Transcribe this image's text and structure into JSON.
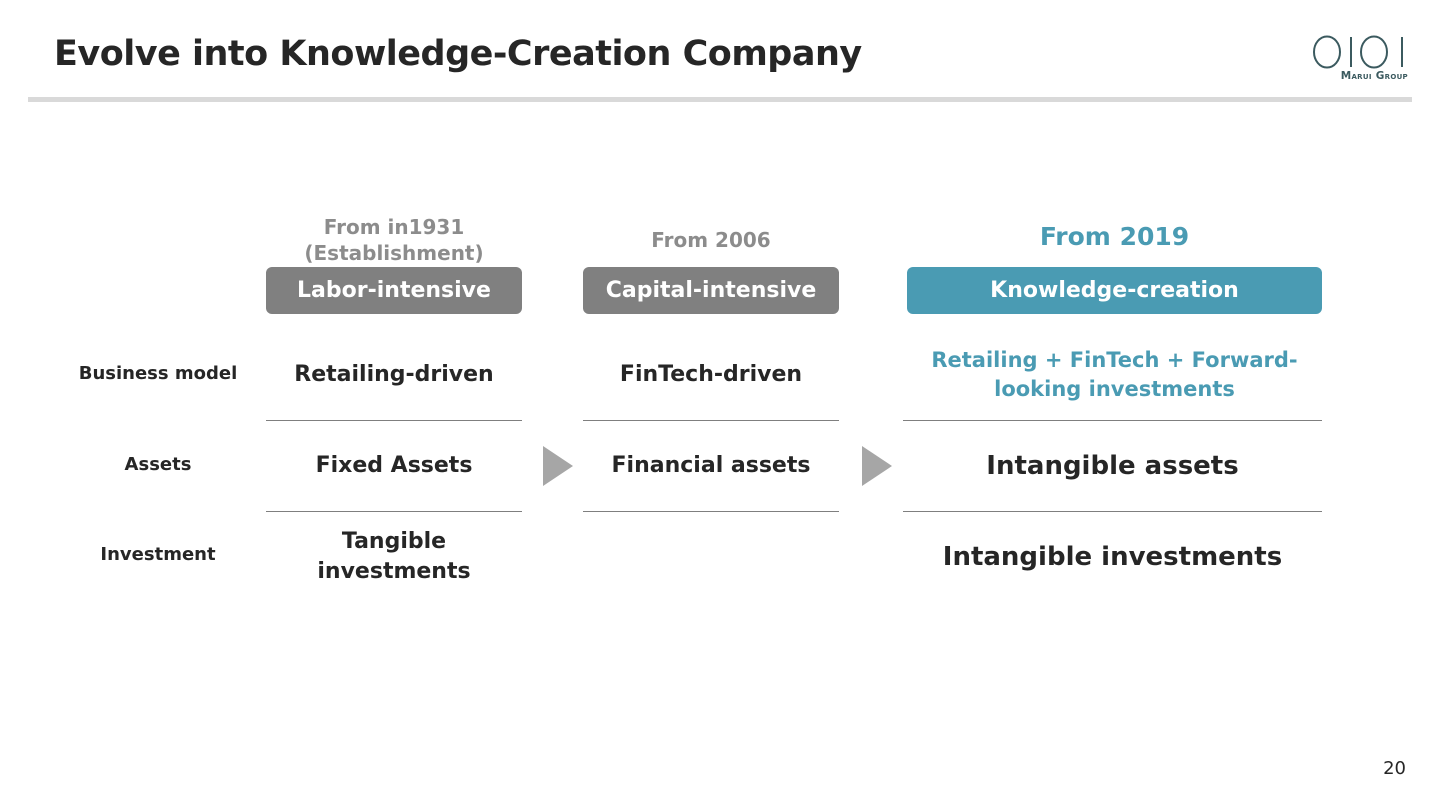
{
  "slide": {
    "title": "Evolve into Knowledge-Creation Company",
    "page_number": "20"
  },
  "logo": {
    "mark_icon": "oioi-logo-mark",
    "text": "Marui Group"
  },
  "colors": {
    "accent": "#4a9bb3",
    "gray_pill": "#808080",
    "arrow": "#a6a6a6"
  },
  "columns": [
    {
      "era_line1": "From in1931",
      "era_line2": "(Establishment)",
      "pill": "Labor-intensive"
    },
    {
      "era_line1": "From 2006",
      "era_line2": "",
      "pill": "Capital-intensive"
    },
    {
      "era_line1": "From 2019",
      "era_line2": "",
      "pill": "Knowledge-creation"
    }
  ],
  "rows": [
    {
      "label": "Business model",
      "cells": [
        "Retailing-driven",
        "FinTech-driven",
        "Retailing + FinTech + Forward-looking investments"
      ]
    },
    {
      "label": "Assets",
      "cells": [
        "Fixed Assets",
        "Financial assets",
        "Intangible assets"
      ]
    },
    {
      "label": "Investment",
      "cells": [
        "Tangible investments",
        "",
        "Intangible investments"
      ]
    }
  ],
  "arrows": [
    "arrow-right-icon",
    "arrow-right-icon"
  ]
}
